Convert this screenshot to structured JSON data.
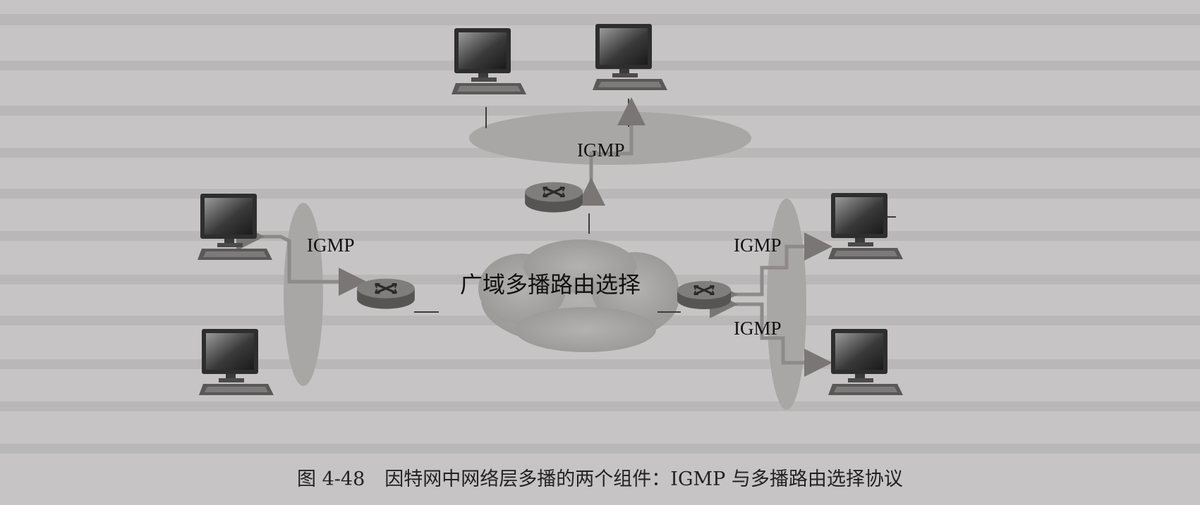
{
  "figure": {
    "wan_label": "广域多播路由选择",
    "igmp_label": "IGMP",
    "caption_number": "图 4-48",
    "caption_text": "因特网中网络层多播的两个组件：IGMP 与多播路由选择协议"
  },
  "icons": {
    "host": "desktop-computer-icon",
    "router": "router-icon",
    "lan": "lan-ellipse",
    "cloud": "network-cloud"
  },
  "colors": {
    "arrow": "#8a8686",
    "router_top": "#7c7979",
    "router_side": "#5c5959",
    "cloud": "#a6a3a3",
    "background": "#c6c4c4"
  }
}
